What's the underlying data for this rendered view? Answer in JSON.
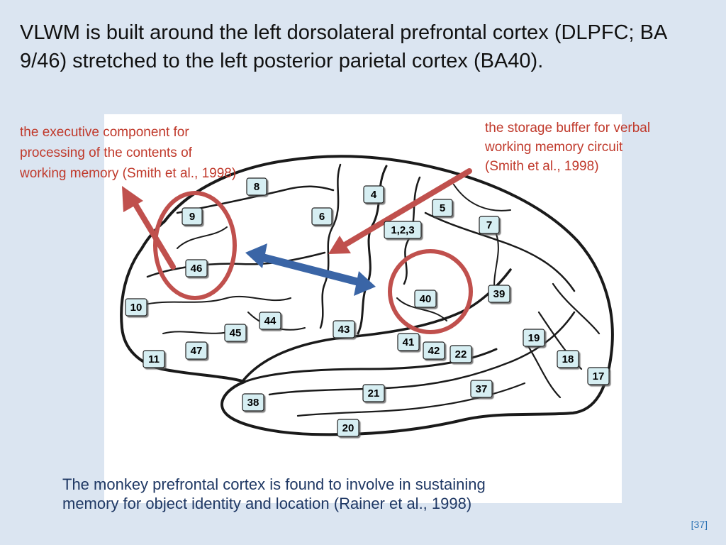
{
  "title": "VLWM is built around the left dorsolateral prefrontal cortex (DLPFC; BA 9/46) stretched to the left posterior parietal cortex (BA40).",
  "annotations": {
    "left": "the executive component for\nprocessing of the contents of\nworking memory (Smith et al., 1998)",
    "right": "the storage buffer for verbal\nworking memory circuit\n(Smith et al., 1998)"
  },
  "areas": {
    "a8": "8",
    "a4": "4",
    "a5": "5",
    "a9": "9",
    "a6": "6",
    "a123": "1,2,3",
    "a7": "7",
    "a46": "46",
    "a39": "39",
    "a10": "10",
    "a40": "40",
    "a44": "44",
    "a43": "43",
    "a19": "19",
    "a45": "45",
    "a41": "41",
    "a47": "47",
    "a42": "42",
    "a22": "22",
    "a11": "11",
    "a18": "18",
    "a17": "17",
    "a37": "37",
    "a21": "21",
    "a38": "38",
    "a20": "20"
  },
  "caption": "The monkey prefrontal cortex is found to involve in sustaining\nmemory for object identity and location (Rainer et al., 1998)",
  "page_number": "[37]",
  "colors": {
    "background": "#dbe5f1",
    "annotation_red": "#c0392b",
    "circle_red": "#c0504d",
    "arrow_blue": "#3a65a6",
    "label_box": "#d6eef2",
    "caption_blue": "#1f3864"
  }
}
